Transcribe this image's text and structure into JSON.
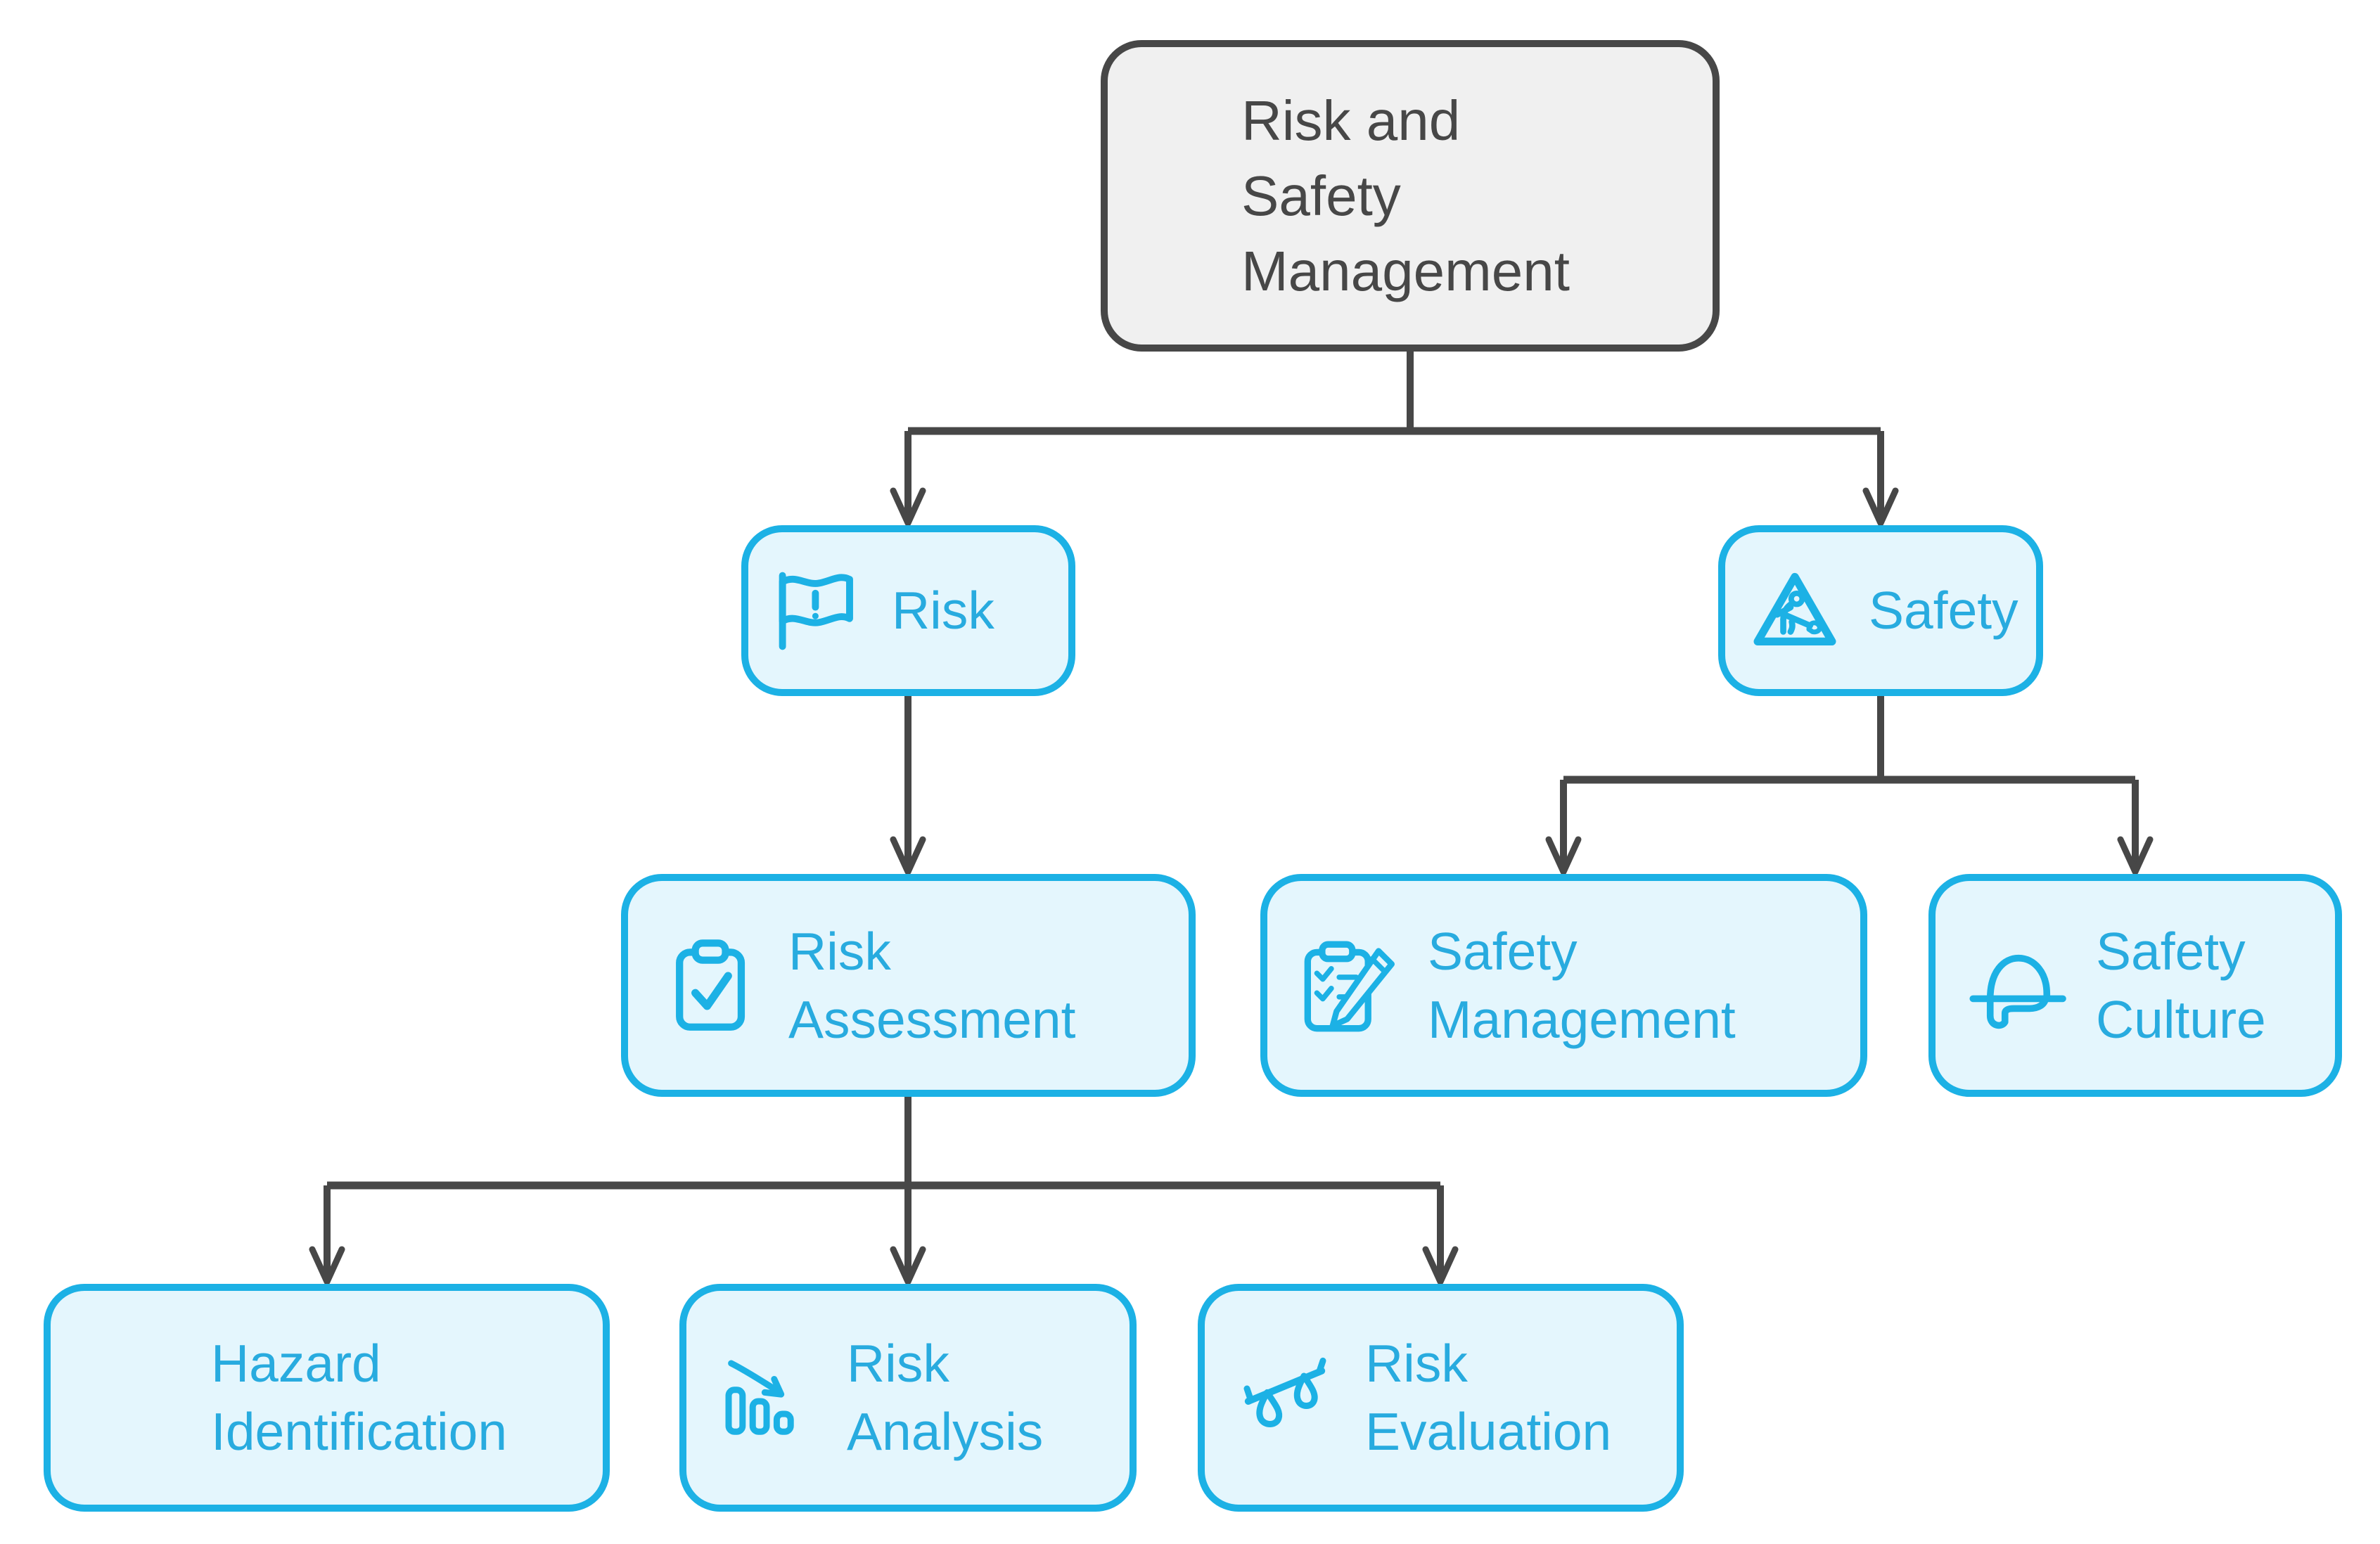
{
  "diagram": {
    "type": "hierarchy-flowchart",
    "title": "Risk and Safety Management"
  },
  "colors": {
    "node_border": "#1CB1E5",
    "node_fill": "#E4F6FD",
    "node_text": "#28ABDF",
    "root_border": "#474747",
    "root_fill": "#F0F0F0",
    "root_text": "#474747",
    "connector": "#474747",
    "background": "#FFFFFF"
  },
  "nodes": {
    "root": {
      "lines": [
        "Risk and",
        "Safety",
        "Management"
      ]
    },
    "risk": {
      "label": "Risk",
      "icon": "flag-exclamation-icon"
    },
    "safety": {
      "label": "Safety",
      "icon": "roadwork-warning-triangle-icon"
    },
    "risk_assessment": {
      "lines": [
        "Risk",
        "Assessment"
      ],
      "icon": "clipboard-check-icon"
    },
    "safety_management": {
      "lines": [
        "Safety",
        "Management"
      ],
      "icon": "checklist-pencil-icon"
    },
    "safety_culture": {
      "lines": [
        "Safety",
        "Culture"
      ],
      "icon": "hard-hat-icon"
    },
    "hazard_identification": {
      "lines": [
        "Hazard",
        "Identification"
      ]
    },
    "risk_analysis": {
      "lines": [
        "Risk",
        "Analysis"
      ],
      "icon": "declining-bar-chart-arrow-icon"
    },
    "risk_evaluation": {
      "lines": [
        "Risk",
        "Evaluation"
      ],
      "icon": "balance-scales-icon"
    }
  },
  "edges": [
    {
      "from": "root",
      "to": "risk"
    },
    {
      "from": "root",
      "to": "safety"
    },
    {
      "from": "risk",
      "to": "risk_assessment"
    },
    {
      "from": "safety",
      "to": "safety_management"
    },
    {
      "from": "safety",
      "to": "safety_culture"
    },
    {
      "from": "risk_assessment",
      "to": "hazard_identification"
    },
    {
      "from": "risk_assessment",
      "to": "risk_analysis"
    },
    {
      "from": "risk_assessment",
      "to": "risk_evaluation"
    }
  ]
}
